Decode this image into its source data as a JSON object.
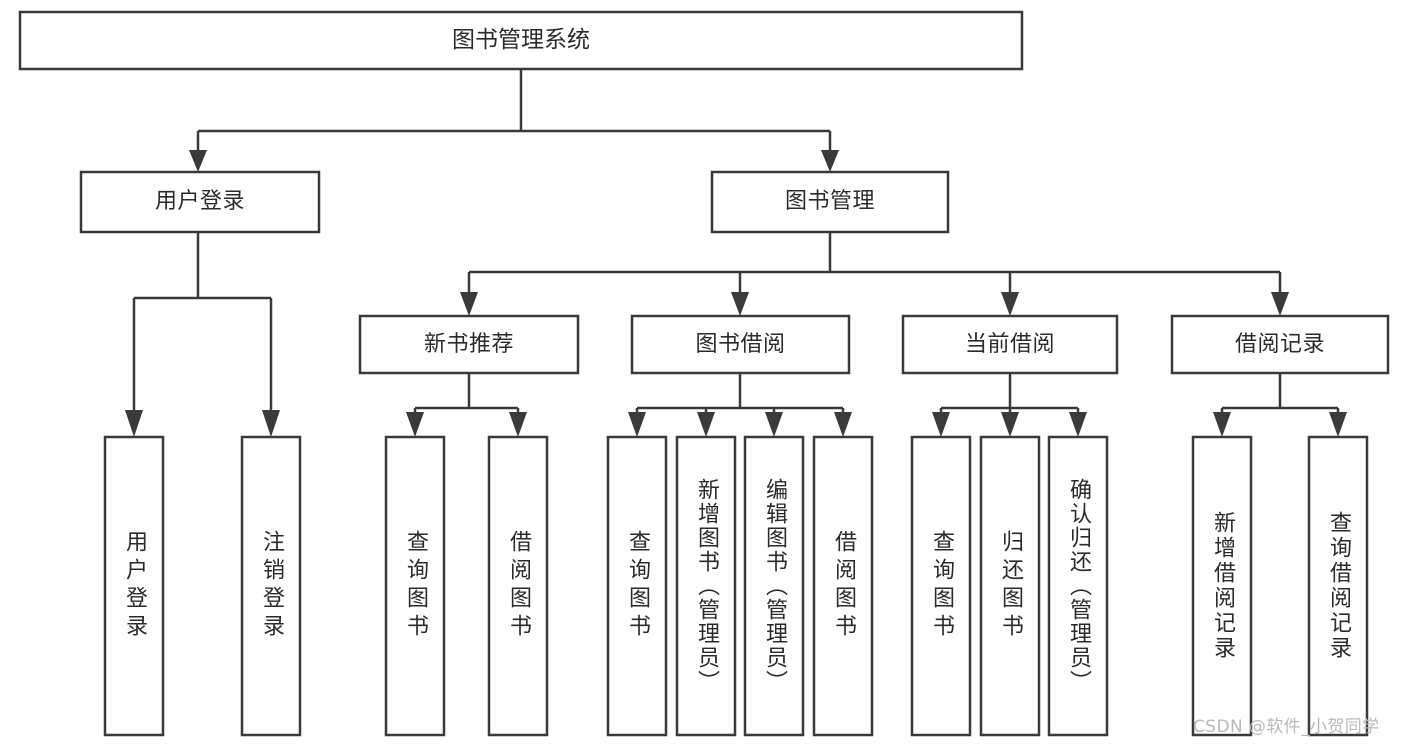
{
  "diagram": {
    "type": "tree-hierarchy-chart",
    "title": "图书管理系统",
    "watermark": "CSDN @软件_小贺同学",
    "colors": {
      "box_stroke": "#3a3a3a",
      "box_fill": "#ffffff",
      "text": "#2b2b2b",
      "connector": "#3a3a3a",
      "watermark": "#b9b9b9",
      "background": "#ffffff"
    },
    "root": {
      "label": "图书管理系统"
    },
    "level2": [
      {
        "id": "user-login",
        "label": "用户登录"
      },
      {
        "id": "book-manage",
        "label": "图书管理"
      }
    ],
    "level3": [
      {
        "id": "new-book-recommend",
        "label": "新书推荐",
        "parent": "book-manage"
      },
      {
        "id": "book-borrow",
        "label": "图书借阅",
        "parent": "book-manage"
      },
      {
        "id": "current-borrow",
        "label": "当前借阅",
        "parent": "book-manage"
      },
      {
        "id": "borrow-record",
        "label": "借阅记录",
        "parent": "book-manage"
      }
    ],
    "leaves": [
      {
        "id": "leaf-user-login",
        "label": "用户登录",
        "parent": "user-login"
      },
      {
        "id": "leaf-logout-login",
        "label": "注销登录",
        "parent": "user-login"
      },
      {
        "id": "leaf-query-book-1",
        "label": "查询图书",
        "parent": "new-book-recommend"
      },
      {
        "id": "leaf-borrow-book-1",
        "label": "借阅图书",
        "parent": "new-book-recommend"
      },
      {
        "id": "leaf-query-book-2",
        "label": "查询图书",
        "parent": "book-borrow"
      },
      {
        "id": "leaf-add-book",
        "label": "新增图书（管理员）",
        "parent": "book-borrow"
      },
      {
        "id": "leaf-edit-book",
        "label": "编辑图书（管理员）",
        "parent": "book-borrow"
      },
      {
        "id": "leaf-borrow-book-2",
        "label": "借阅图书",
        "parent": "book-borrow"
      },
      {
        "id": "leaf-query-book-3",
        "label": "查询图书",
        "parent": "current-borrow"
      },
      {
        "id": "leaf-return-book",
        "label": "归还图书",
        "parent": "current-borrow"
      },
      {
        "id": "leaf-confirm-return",
        "label": "确认归还（管理员）",
        "parent": "current-borrow"
      },
      {
        "id": "leaf-add-record",
        "label": "新增借阅记录",
        "parent": "borrow-record"
      },
      {
        "id": "leaf-query-record",
        "label": "查询借阅记录",
        "parent": "borrow-record"
      }
    ]
  }
}
